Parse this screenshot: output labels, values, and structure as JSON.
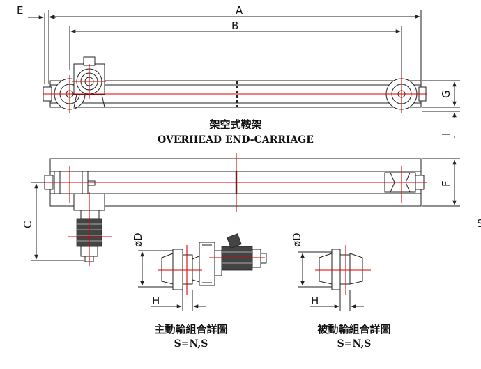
{
  "dimensions": {
    "a": "A",
    "b": "B",
    "c": "C",
    "e": "E",
    "f": "F",
    "g": "G",
    "h_left": "H",
    "h_right": "H",
    "i": "I",
    "d_left": "øD",
    "d_right": "øD",
    "s_edge": "S"
  },
  "captions": {
    "main_title_cn": "架空式鞍架",
    "main_title_en": "OVERHEAD END-CARRIAGE",
    "drive_wheel_title": "主動輪組合詳圖",
    "drive_wheel_sub": "S=N,S",
    "idler_wheel_title": "被動輪組合詳圖",
    "idler_wheel_sub": "S=N,S"
  },
  "colors": {
    "line": "#222222",
    "centerline": "#e00000"
  }
}
